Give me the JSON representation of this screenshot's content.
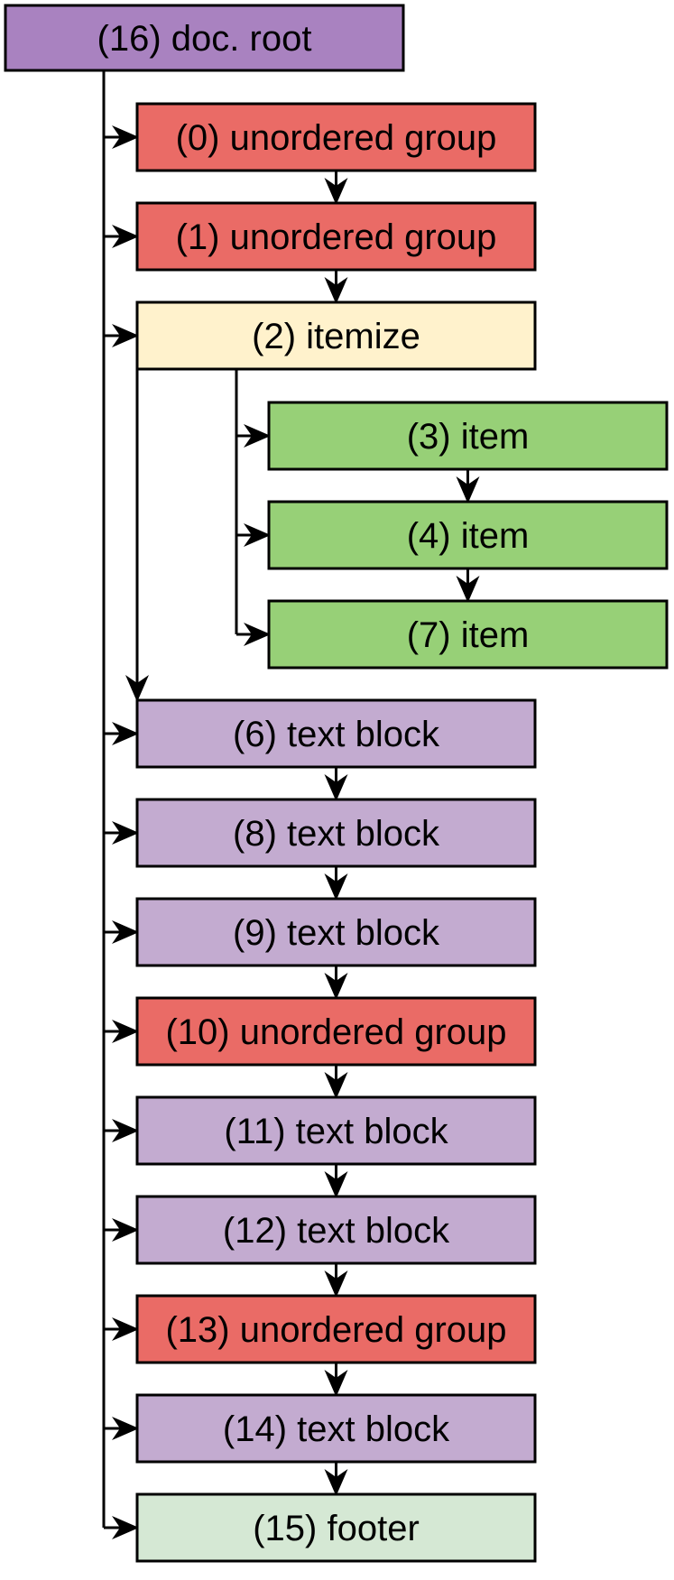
{
  "colors": {
    "root": "#a982c0",
    "unordered_group": "#ea6b66",
    "itemize": "#fff2cc",
    "item": "#97d077",
    "text_block": "#c3abd0",
    "footer": "#d5e8d4",
    "edge": "#000000"
  },
  "nodes": [
    {
      "id": "16",
      "label": "(16) doc. root",
      "kind": "root"
    },
    {
      "id": "0",
      "label": "(0) unordered group",
      "kind": "unordered_group"
    },
    {
      "id": "1",
      "label": "(1) unordered group",
      "kind": "unordered_group"
    },
    {
      "id": "2",
      "label": "(2) itemize",
      "kind": "itemize"
    },
    {
      "id": "3",
      "label": "(3) item",
      "kind": "item"
    },
    {
      "id": "4",
      "label": "(4) item",
      "kind": "item"
    },
    {
      "id": "7",
      "label": "(7) item",
      "kind": "item"
    },
    {
      "id": "6",
      "label": "(6) text block",
      "kind": "text_block"
    },
    {
      "id": "8",
      "label": "(8) text block",
      "kind": "text_block"
    },
    {
      "id": "9",
      "label": "(9) text block",
      "kind": "text_block"
    },
    {
      "id": "10",
      "label": "(10) unordered group",
      "kind": "unordered_group"
    },
    {
      "id": "11",
      "label": "(11) text block",
      "kind": "text_block"
    },
    {
      "id": "12",
      "label": "(12) text block",
      "kind": "text_block"
    },
    {
      "id": "13",
      "label": "(13) unordered group",
      "kind": "unordered_group"
    },
    {
      "id": "14",
      "label": "(14) text block",
      "kind": "text_block"
    },
    {
      "id": "15",
      "label": "(15) footer",
      "kind": "footer"
    }
  ],
  "parent_edges": [
    {
      "from": "16",
      "to": [
        "0",
        "1",
        "2",
        "6",
        "8",
        "9",
        "10",
        "11",
        "12",
        "13",
        "14",
        "15"
      ]
    },
    {
      "from": "2",
      "to": [
        "3",
        "4",
        "7"
      ]
    }
  ],
  "sequence_edges": [
    [
      "0",
      "1"
    ],
    [
      "1",
      "2"
    ],
    [
      "2",
      "6"
    ],
    [
      "3",
      "4"
    ],
    [
      "4",
      "7"
    ],
    [
      "6",
      "8"
    ],
    [
      "8",
      "9"
    ],
    [
      "9",
      "10"
    ],
    [
      "10",
      "11"
    ],
    [
      "11",
      "12"
    ],
    [
      "12",
      "13"
    ],
    [
      "13",
      "14"
    ],
    [
      "14",
      "15"
    ]
  ]
}
